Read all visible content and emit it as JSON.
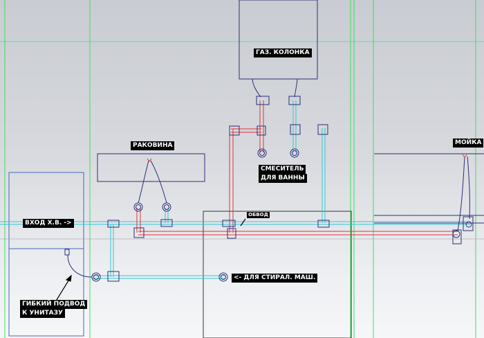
{
  "labels": {
    "gas_heater": "ГАЗ. КОЛОНКА",
    "sink": "РАКОВИНА",
    "bath_mixer_line1": "СМЕСИТЕЛЬ",
    "bath_mixer_line2": "ДЛЯ ВАННЫ",
    "kitchen_sink": "МОЙКА",
    "cold_inlet": "ВХОД Х.В. ->",
    "bypass": "ОБВОД",
    "washing_machine": "<- ДЛЯ СТИРАЛ. МАШ.",
    "toilet_hose_line1": "ГИБКИЙ ПОДВОД",
    "toilet_hose_line2": "К УНИТАЗУ"
  },
  "colors": {
    "hot_pipe": "#e0353b",
    "cold_pipe": "#34c6d2",
    "outline": "#2b2e78",
    "wall_line": "#3de05a"
  }
}
